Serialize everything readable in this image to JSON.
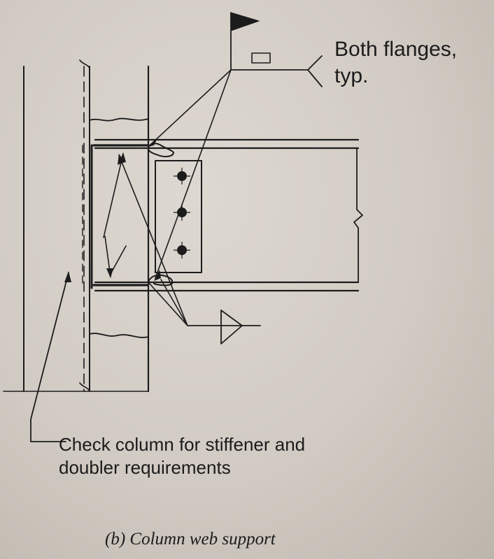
{
  "notes": {
    "both_flanges_line1": "Both flanges,",
    "both_flanges_line2": "typ.",
    "check_line1": "Check column for stiffener and",
    "check_line2": "doubler requirements"
  },
  "caption": "(b) Column web support",
  "colors": {
    "line": "#1c1c1c",
    "paper": "#d8d3cc"
  },
  "icons": [
    "field-weld-flag-icon",
    "fillet-weld-symbol-icon",
    "bolt-icon",
    "break-line-icon"
  ]
}
